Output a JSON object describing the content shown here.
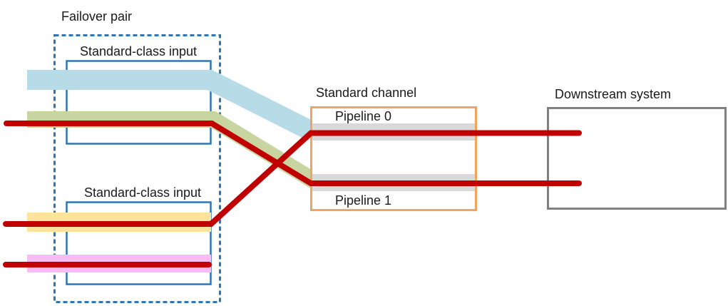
{
  "failover_pair": {
    "label": "Failover pair",
    "inputs": [
      {
        "label": "Standard-class input"
      },
      {
        "label": "Standard-class input"
      }
    ]
  },
  "standard_channel": {
    "label": "Standard channel",
    "pipelines": [
      {
        "label": "Pipeline 0"
      },
      {
        "label": "Pipeline 1"
      }
    ]
  },
  "downstream_system": {
    "label": "Downstream system"
  },
  "colors": {
    "failover_border": "#2E75B6",
    "input_box_border": "#2E75B6",
    "channel_border": "#F2A45C",
    "downstream_border": "#808080",
    "pipeline_bar": "#D9D9D9",
    "active_stream": "#C00000",
    "stream_blue": "#B8DBE8",
    "stream_green": "#C8D5A0",
    "stream_yellow": "#FFE29B",
    "stream_pink": "#FBBCF6",
    "text": "#1A1A1A",
    "box_fill": "#FFFFFF"
  }
}
